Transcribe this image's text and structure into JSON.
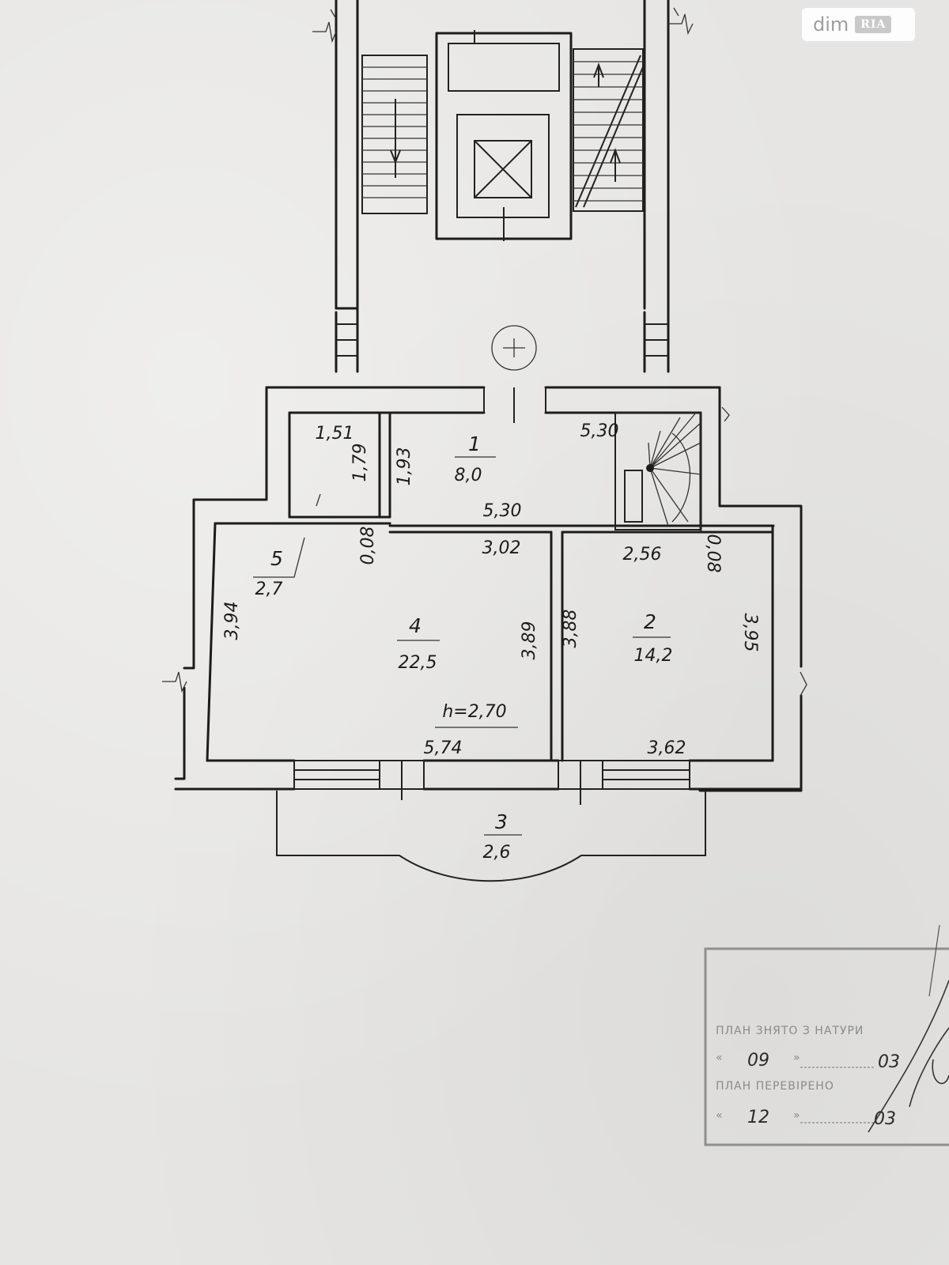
{
  "watermark": {
    "brand": "dim",
    "badge": "RIA"
  },
  "rooms": [
    {
      "id": "1",
      "number": "1",
      "area": "8,0"
    },
    {
      "id": "2",
      "number": "2",
      "area": "14,2"
    },
    {
      "id": "3",
      "number": "3",
      "area": "2,6"
    },
    {
      "id": "4",
      "number": "4",
      "area": "22,5"
    },
    {
      "id": "5",
      "number": "5",
      "area": "2,7"
    }
  ],
  "dimensions": {
    "d151": "1,51",
    "d179": "1,79",
    "d193": "1,93",
    "d530_top": "5,30",
    "d530_mid": "5,30",
    "d302": "3,02",
    "d256": "2,56",
    "d008_left": "0,08",
    "d008_right": "0,08",
    "d394": "3,94",
    "d389": "3,89",
    "d388": "3,88",
    "d395": "3,95",
    "d574": "5,74",
    "d362": "3,62"
  },
  "ceiling_height": "h=2,70",
  "stamp": {
    "line1_label": "ПЛАН ЗНЯТО З НАТУРИ",
    "line1_day": "09",
    "line1_year": "03",
    "line2_label": "ПЛАН ПЕРЕВІРЕНО",
    "line2_day": "12",
    "line2_year": "03"
  },
  "icons": {
    "elevator": "elevator-x-icon",
    "stairs": "stairs-icon"
  }
}
